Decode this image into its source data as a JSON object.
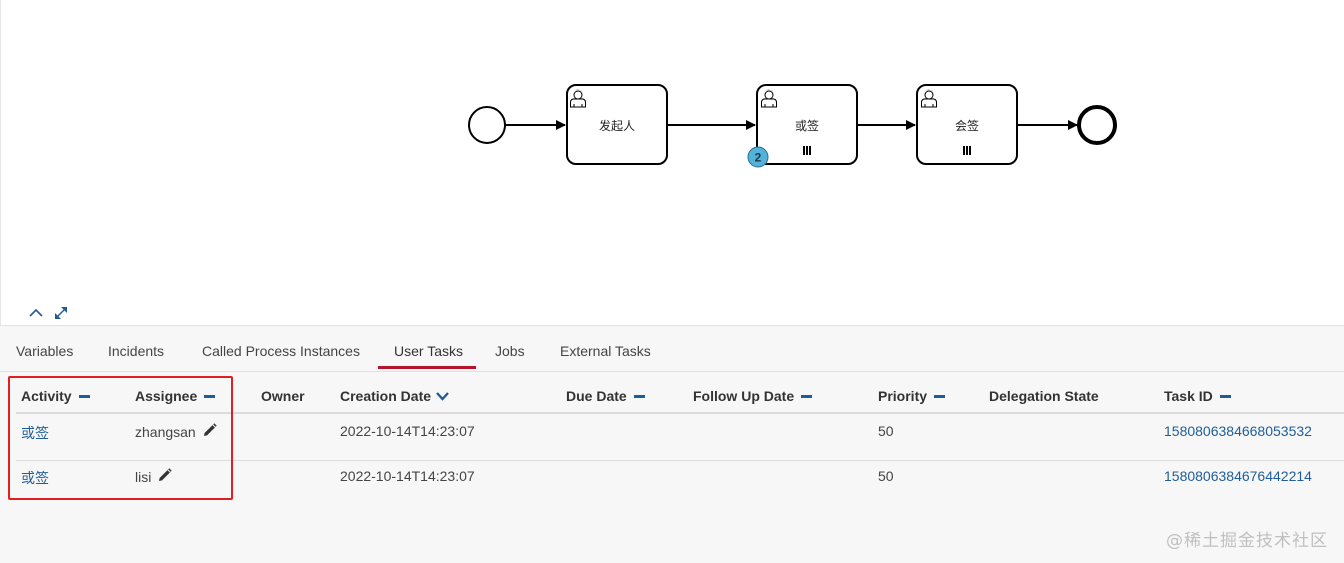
{
  "diagram": {
    "tasks": [
      {
        "label": "发起人",
        "multi_instance": false
      },
      {
        "label": "或签",
        "multi_instance": true,
        "badge": "2"
      },
      {
        "label": "会签",
        "multi_instance": true
      }
    ],
    "colors": {
      "stroke": "#000000",
      "fill": "#ffffff",
      "badge_fill": "#52b2d9"
    }
  },
  "controls": {
    "collapse": "chevron-up-icon",
    "fullscreen": "expand-icon"
  },
  "tabs": [
    {
      "label": "Variables",
      "active": false
    },
    {
      "label": "Incidents",
      "active": false
    },
    {
      "label": "Called Process Instances",
      "active": false
    },
    {
      "label": "User Tasks",
      "active": true
    },
    {
      "label": "Jobs",
      "active": false
    },
    {
      "label": "External Tasks",
      "active": false
    }
  ],
  "table": {
    "columns": [
      {
        "label": "Activity",
        "sort": "none"
      },
      {
        "label": "Assignee",
        "sort": "none"
      },
      {
        "label": "Owner",
        "sort": ""
      },
      {
        "label": "Creation Date",
        "sort": "desc"
      },
      {
        "label": "Due Date",
        "sort": "none"
      },
      {
        "label": "Follow Up Date",
        "sort": "none"
      },
      {
        "label": "Priority",
        "sort": "none"
      },
      {
        "label": "Delegation State",
        "sort": ""
      },
      {
        "label": "Task ID",
        "sort": "none"
      }
    ],
    "rows": [
      {
        "activity": "或签",
        "assignee": "zhangsan",
        "owner": "",
        "creation_date": "2022-10-14T14:23:07",
        "due_date": "",
        "follow_up_date": "",
        "priority": "50",
        "delegation_state": "",
        "task_id": "1580806384668053532"
      },
      {
        "activity": "或签",
        "assignee": "lisi",
        "owner": "",
        "creation_date": "2022-10-14T14:23:07",
        "due_date": "",
        "follow_up_date": "",
        "priority": "50",
        "delegation_state": "",
        "task_id": "1580806384676442214"
      }
    ]
  },
  "colors": {
    "accent": "#b5152b",
    "link": "#1f5d9a",
    "annotation": "#e02020"
  },
  "watermark": "@稀土掘金技术社区"
}
